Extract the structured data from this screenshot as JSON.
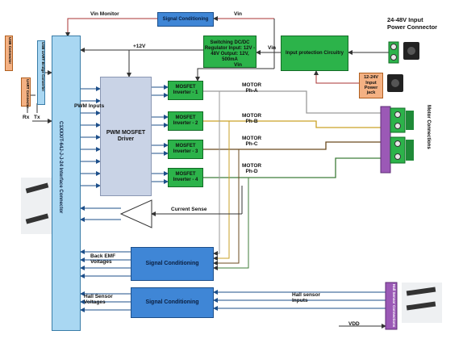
{
  "boxes": {
    "signal_conditioning_top": "Signal Conditioning",
    "switching_regulator": "Switching DC/DC Regulator Input: 12V - 48V Output: 12V, 500mA",
    "input_protection": "Input protection Circuitry",
    "input_power_jack": "12-24V Input Power jack",
    "pwm_driver": "PWM MOSFET Driver",
    "mosfet_1": "MOSFET Inverter - 1",
    "mosfet_2": "MOSFET Inverter - 2",
    "mosfet_3": "MOSFET Inverter - 3",
    "mosfet_4": "MOSFET Inverter - 4",
    "signal_conditioning_emf": "Signal Conditioning",
    "signal_conditioning_hall": "Signal Conditioning",
    "main_connector": "C1XXX/T-64J-J-J-24 Interface Connector",
    "usb_uart": "USB UART Bridge Converter",
    "usb_connector": "USB Connector",
    "uart_connector": "UART Connector",
    "motor_connections": "Motor Connections",
    "hall_sensor_connections": "Hall Sensor Connections"
  },
  "labels": {
    "vin_monitor": "Vin Monitor",
    "vin_1": "Vin",
    "vin_2": "Vin",
    "vin_3": "Vin",
    "plus12v": "+12V",
    "input_power_connector_1": "24-48V Input",
    "input_power_connector_2": "Power Connector",
    "pwm_inputs": "PWM Inputs",
    "motor_pha_1": "MOTOR",
    "motor_pha_2": "Ph-A",
    "motor_phb_1": "MOTOR",
    "motor_phb_2": "Ph-B",
    "motor_phc_1": "MOTOR",
    "motor_phc_2": "Ph-C",
    "motor_phd_1": "MOTOR",
    "motor_phd_2": "Ph-D",
    "current_sense": "Current Sense",
    "back_emf_1": "Back EMF",
    "back_emf_2": "Voltages",
    "hall_voltages_1": "Hall Sensor",
    "hall_voltages_2": "Voltages",
    "hall_inputs_1": "Hall sensor",
    "hall_inputs_2": "Inputs",
    "rx": "Rx",
    "tx": "Tx",
    "vdd": "VDD"
  },
  "colors": {
    "blue_block": "#3f86d6",
    "green_block": "#2cb34a",
    "orange_block": "#f4b183",
    "driver_block": "#c9d3e6",
    "connector_block": "#a9d7f2",
    "phase_a": "#9a9a9a",
    "phase_b": "#c9a227",
    "phase_c": "#6b4a1e",
    "phase_d": "#3f7d3a"
  }
}
